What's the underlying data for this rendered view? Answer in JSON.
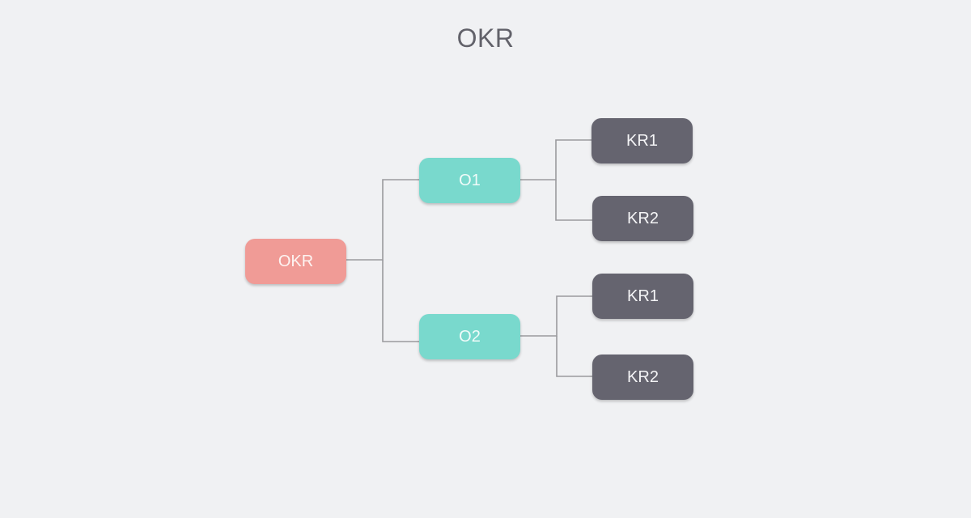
{
  "title": "OKR",
  "colors": {
    "background": "#f0f1f3",
    "root": "#f09b96",
    "objective": "#79d9cd",
    "key_result": "#65646f",
    "connector": "#9a9a9e",
    "title_text": "#62626a"
  },
  "tree": {
    "root": {
      "label": "OKR"
    },
    "objectives": [
      {
        "label": "O1",
        "key_results": [
          {
            "label": "KR1"
          },
          {
            "label": "KR2"
          }
        ]
      },
      {
        "label": "O2",
        "key_results": [
          {
            "label": "KR1"
          },
          {
            "label": "KR2"
          }
        ]
      }
    ]
  }
}
